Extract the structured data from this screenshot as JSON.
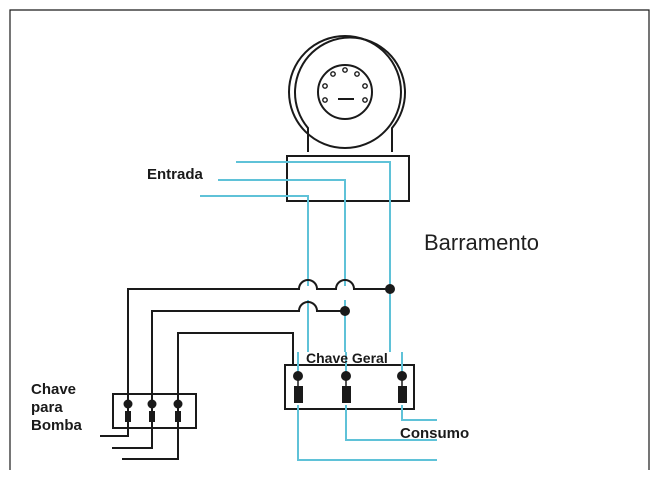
{
  "labels": {
    "entrada": "Entrada",
    "barramento": "Barramento",
    "chave_geral": "Chave Geral",
    "chave_bomba": [
      "Chave",
      "para",
      "Bomba"
    ],
    "consumo": "Consumo"
  },
  "colors": {
    "live_wire": "#5fc2d8",
    "dark_wire": "#1a1a1a",
    "frame": "#1a1a1a"
  },
  "icons": {
    "meter": "electric-meter-icon"
  }
}
